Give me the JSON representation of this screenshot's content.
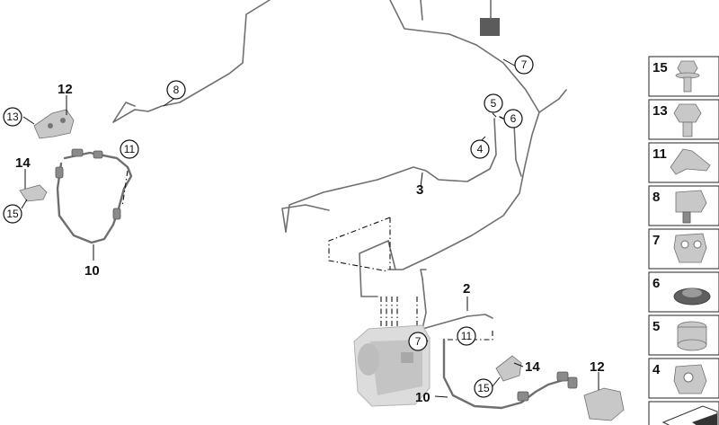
{
  "callouts_bold": [
    {
      "id": "c12a",
      "text": "12"
    },
    {
      "id": "c14a",
      "text": "14"
    },
    {
      "id": "c10a",
      "text": "10"
    },
    {
      "id": "c3",
      "text": "3"
    },
    {
      "id": "c2",
      "text": "2"
    },
    {
      "id": "c14b",
      "text": "14"
    },
    {
      "id": "c12b",
      "text": "12"
    },
    {
      "id": "c10b",
      "text": "10"
    }
  ],
  "callouts_circled": [
    {
      "id": "r13",
      "text": "13"
    },
    {
      "id": "r15a",
      "text": "15"
    },
    {
      "id": "r8",
      "text": "8"
    },
    {
      "id": "r11a",
      "text": "11"
    },
    {
      "id": "r7a",
      "text": "7"
    },
    {
      "id": "r5",
      "text": "5"
    },
    {
      "id": "r6",
      "text": "6"
    },
    {
      "id": "r4",
      "text": "4"
    },
    {
      "id": "r7b",
      "text": "7"
    },
    {
      "id": "r11b",
      "text": "11"
    },
    {
      "id": "r15b",
      "text": "15"
    }
  ],
  "legend": [
    {
      "num": "15",
      "icon": "bolt-flange-icon"
    },
    {
      "num": "13",
      "icon": "hex-bolt-icon"
    },
    {
      "num": "11",
      "icon": "bracket-clip-icon"
    },
    {
      "num": "8",
      "icon": "line-clamp-screw-icon"
    },
    {
      "num": "7",
      "icon": "double-pipe-clip-icon"
    },
    {
      "num": "6",
      "icon": "grommet-icon"
    },
    {
      "num": "5",
      "icon": "pipe-clamp-icon"
    },
    {
      "num": "4",
      "icon": "pipe-clip-icon"
    },
    {
      "num": "",
      "icon": "tag-plate-icon"
    }
  ]
}
